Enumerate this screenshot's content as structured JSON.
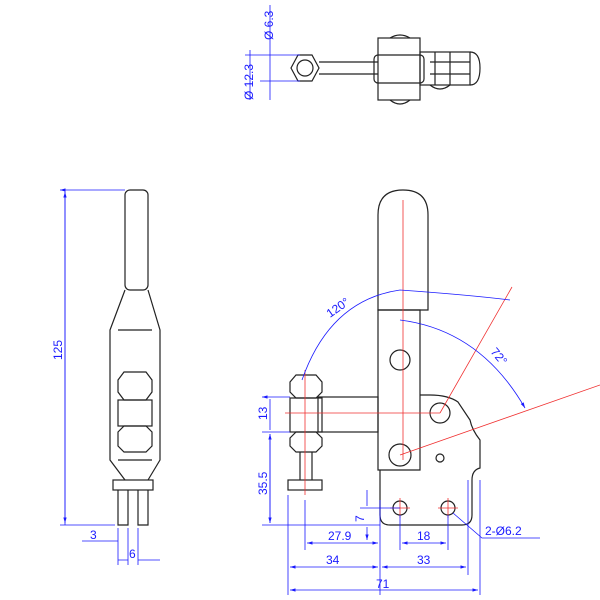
{
  "drawing": {
    "top_view": {
      "dim_pin_dia": "Ø 6.3",
      "dim_nut_dia": "Ø 12.3"
    },
    "side_view": {
      "dim_height": "125",
      "dim_thickness": "3",
      "dim_width": "6"
    },
    "front_view": {
      "dim_spindle_height": "13",
      "dim_base_to_spindle": "35.5",
      "dim_hole_offset_vertical": "7",
      "dim_spindle_to_base": "27.9",
      "dim_hole_spacing": "18",
      "dim_spindle_to_body": "34",
      "dim_base_length": "33",
      "dim_overall_length": "71",
      "dim_mount_holes": "2-Ø6.2",
      "angle_handle_open": "120°",
      "angle_bar_open": "72°"
    }
  }
}
